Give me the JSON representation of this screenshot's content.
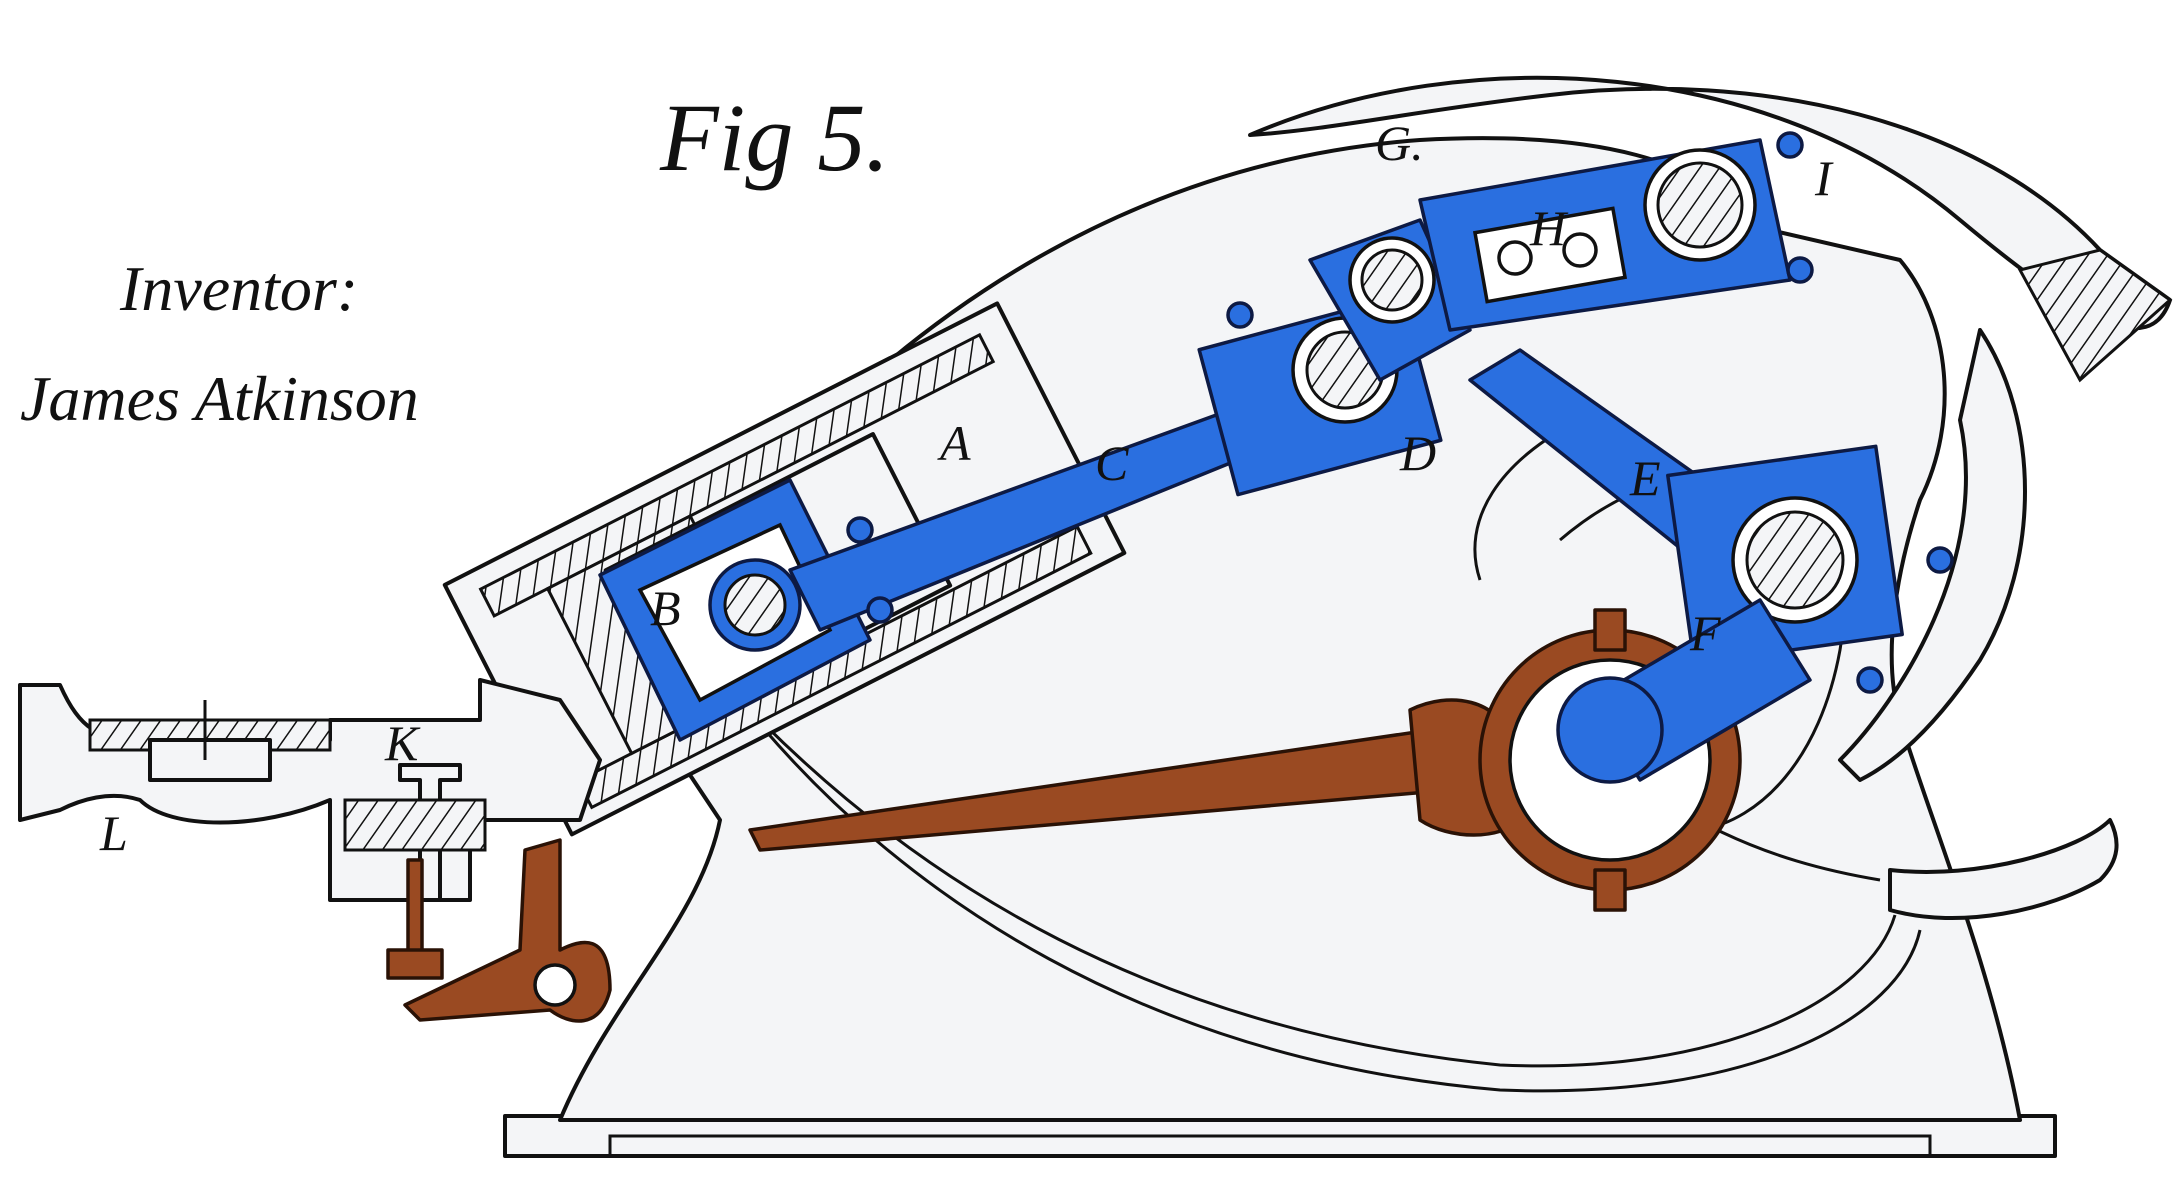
{
  "figure": {
    "title": "Fig 5.",
    "signature": {
      "line1": "Inventor:",
      "line2": "James Atkinson"
    },
    "labels": {
      "A": "A",
      "B": "B",
      "C": "C",
      "D": "D",
      "E": "E",
      "F": "F",
      "G": "G.",
      "H": "H",
      "I": "I",
      "K": "K",
      "L": "L"
    },
    "colors": {
      "linkage": "#2a6fe0",
      "valve_gear": "#9a4a22",
      "casing": "#f4f5f7",
      "ink": "#111111"
    }
  }
}
